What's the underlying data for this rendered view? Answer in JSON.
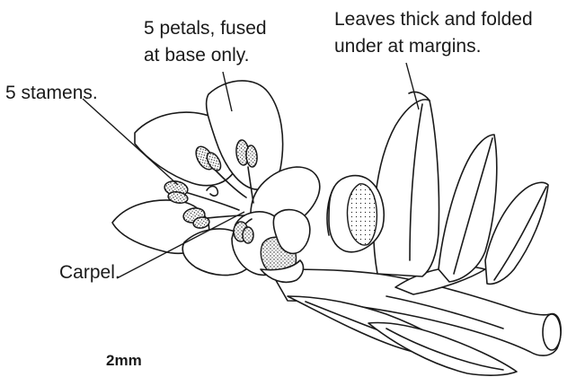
{
  "labels": {
    "petals_line1": "5 petals, fused",
    "petals_line2": "at base only.",
    "leaves_line1": "Leaves thick and folded",
    "leaves_line2": "under at margins.",
    "stamens": "5 stamens.",
    "carpel": "Carpel."
  },
  "scale": {
    "label": "2mm"
  }
}
